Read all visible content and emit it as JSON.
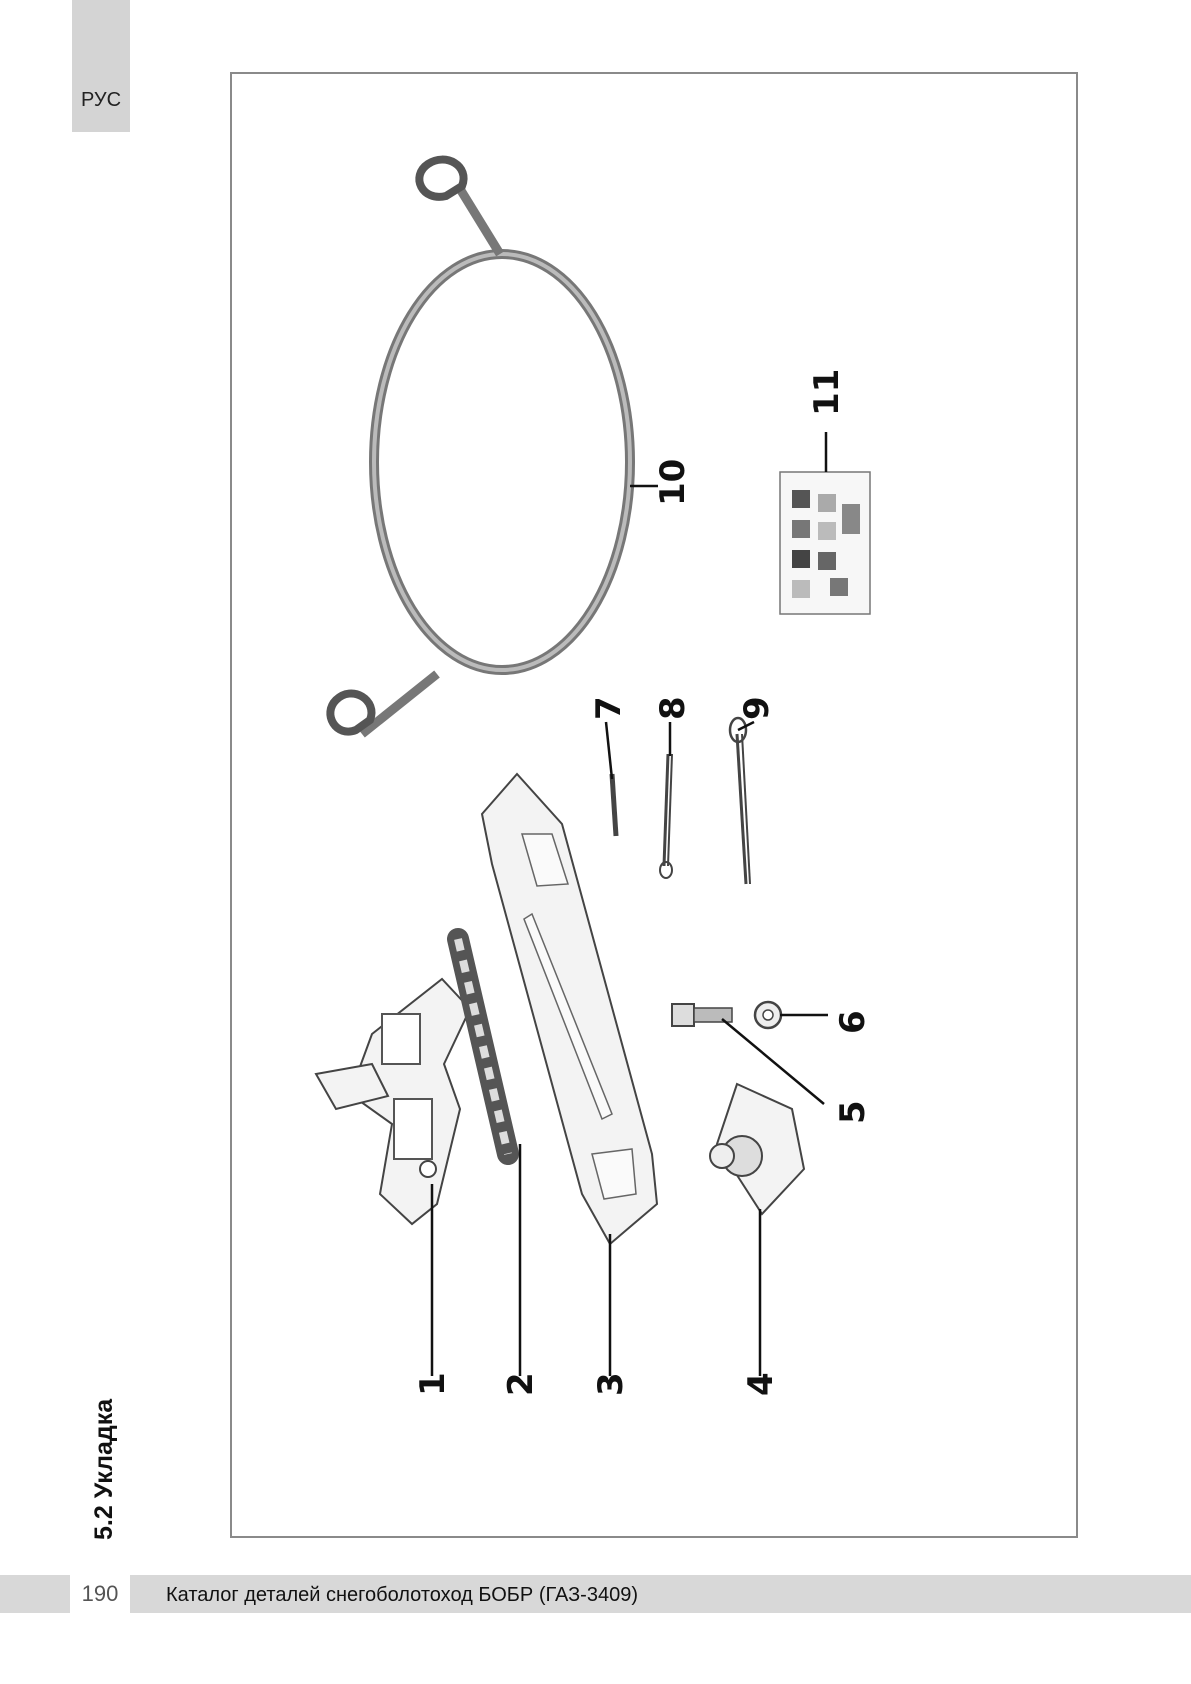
{
  "language_tab": "РУС",
  "section_title": "5.2 Укладка",
  "footer": {
    "page_number": "190",
    "catalog_title": "Каталог деталей снегоболотоход БОБР (ГАЗ-3409)"
  },
  "callouts": [
    "1",
    "2",
    "3",
    "4",
    "5",
    "6",
    "7",
    "8",
    "9",
    "10",
    "11"
  ]
}
